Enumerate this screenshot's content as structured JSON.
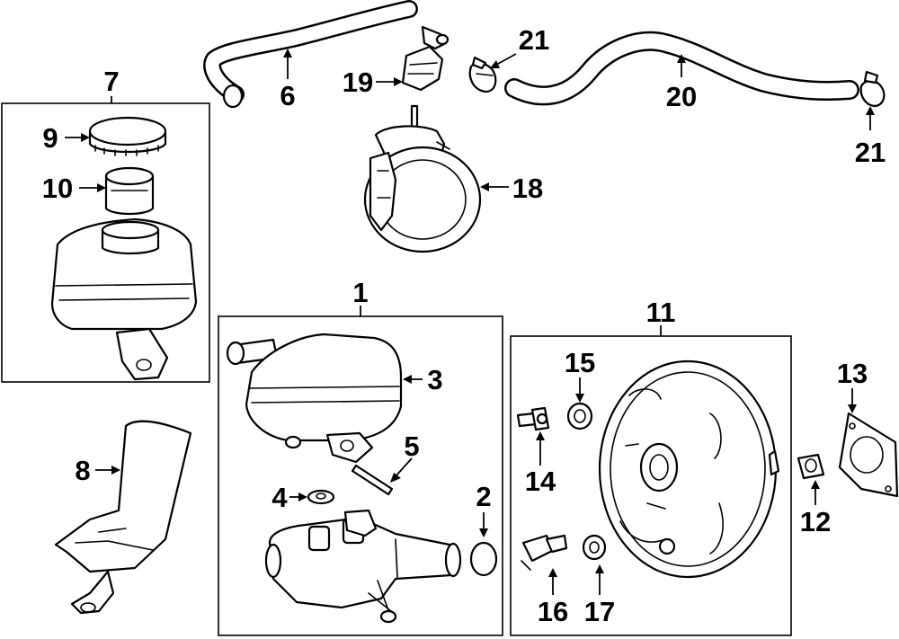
{
  "diagram": {
    "callouts": {
      "c1": "1",
      "c2": "2",
      "c3": "3",
      "c4": "4",
      "c5": "5",
      "c6": "6",
      "c7": "7",
      "c8": "8",
      "c9": "9",
      "c10": "10",
      "c11": "11",
      "c12": "12",
      "c13": "13",
      "c14": "14",
      "c15": "15",
      "c16": "16",
      "c17": "17",
      "c18": "18",
      "c19": "19",
      "c20": "20",
      "c21a": "21",
      "c21b": "21"
    },
    "colors": {
      "line": "#000000",
      "background": "#ffffff"
    }
  }
}
